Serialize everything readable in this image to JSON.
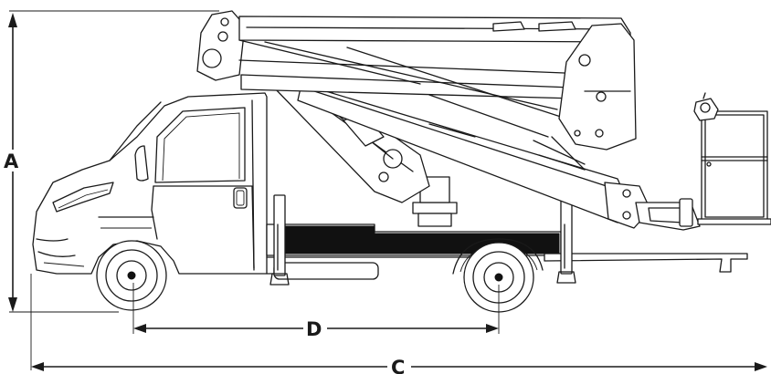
{
  "dimensions": {
    "height_label": "A",
    "length_label": "C",
    "wheelbase_label": "D"
  }
}
